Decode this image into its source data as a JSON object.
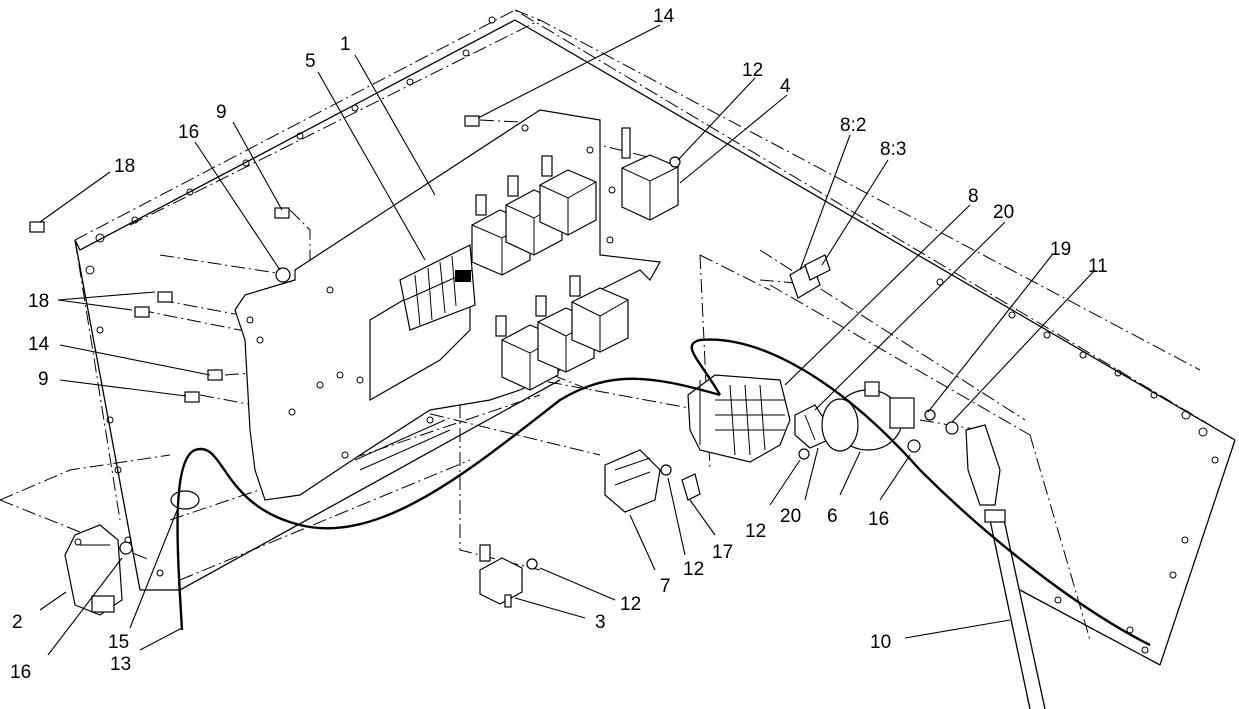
{
  "callouts": [
    {
      "id": "c1",
      "text": "1"
    },
    {
      "id": "c2",
      "text": "2"
    },
    {
      "id": "c3",
      "text": "3"
    },
    {
      "id": "c4",
      "text": "4"
    },
    {
      "id": "c5",
      "text": "5"
    },
    {
      "id": "c6",
      "text": "6"
    },
    {
      "id": "c7",
      "text": "7"
    },
    {
      "id": "c8",
      "text": "8"
    },
    {
      "id": "c8_2",
      "text": "8:2"
    },
    {
      "id": "c8_3",
      "text": "8:3"
    },
    {
      "id": "c9a",
      "text": "9"
    },
    {
      "id": "c9b",
      "text": "9"
    },
    {
      "id": "c10",
      "text": "10"
    },
    {
      "id": "c11",
      "text": "11"
    },
    {
      "id": "c12a",
      "text": "12"
    },
    {
      "id": "c12b",
      "text": "12"
    },
    {
      "id": "c12c",
      "text": "12"
    },
    {
      "id": "c12d",
      "text": "12"
    },
    {
      "id": "c13",
      "text": "13"
    },
    {
      "id": "c14a",
      "text": "14"
    },
    {
      "id": "c14b",
      "text": "14"
    },
    {
      "id": "c15",
      "text": "15"
    },
    {
      "id": "c16a",
      "text": "16"
    },
    {
      "id": "c16b",
      "text": "16"
    },
    {
      "id": "c16c",
      "text": "16"
    },
    {
      "id": "c17",
      "text": "17"
    },
    {
      "id": "c18a",
      "text": "18"
    },
    {
      "id": "c18b",
      "text": "18"
    },
    {
      "id": "c19",
      "text": "19"
    },
    {
      "id": "c20a",
      "text": "20"
    },
    {
      "id": "c20b",
      "text": "20"
    }
  ]
}
